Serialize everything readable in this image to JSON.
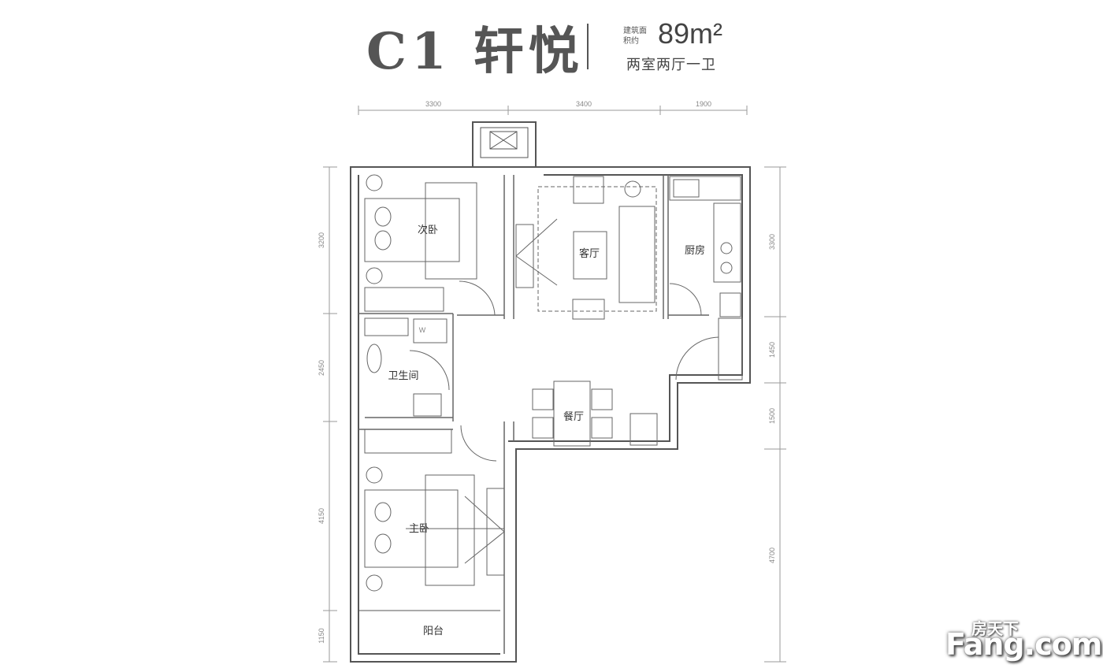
{
  "header": {
    "plan_name": "C1 轩悦",
    "area_qualifier": "建筑面积约",
    "area_value": "89m²",
    "layout": "两室两厅一卫"
  },
  "rooms": {
    "second_bedroom": "次卧",
    "living_room": "客厅",
    "kitchen": "厨房",
    "bathroom": "卫生间",
    "dining_room": "餐厅",
    "master_bedroom": "主卧",
    "balcony": "阳台"
  },
  "dimensions": {
    "top": [
      "3300",
      "3400",
      "1900"
    ],
    "left": [
      "3200",
      "2450",
      "4150",
      "1150"
    ],
    "right": [
      "3300",
      "1450",
      "1500",
      "4700"
    ]
  },
  "fixture_labels": {
    "washer": "W"
  },
  "watermark": {
    "cn": "房天下",
    "en": "Fang.com"
  },
  "colors": {
    "wall": "#555555",
    "line": "#666666",
    "dim_line": "#9a9a9a"
  }
}
